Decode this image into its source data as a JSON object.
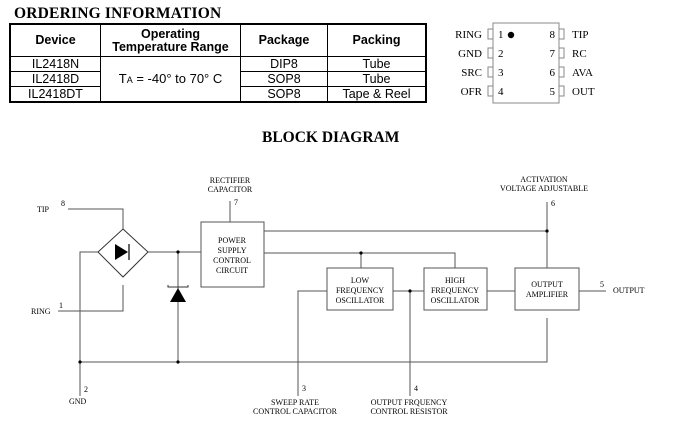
{
  "ordering": {
    "title": "ORDERING INFORMATION",
    "headers": [
      "Device",
      "Operating Temperature Range",
      "Package",
      "Packing"
    ],
    "header_temp_line1": "Operating",
    "header_temp_line2": "Temperature Range",
    "temperature": "TA = -40° to 70° C",
    "temperature_sub_main": "T",
    "temperature_sub": "A",
    "temperature_rest": " = -40° to 70° C",
    "rows": [
      {
        "device": "IL2418N",
        "package": "DIP8",
        "packing": "Tube"
      },
      {
        "device": "IL2418D",
        "package": "SOP8",
        "packing": "Tube"
      },
      {
        "device": "IL2418DT",
        "package": "SOP8",
        "packing": "Tape & Reel"
      }
    ]
  },
  "pinout": {
    "left": [
      {
        "name": "RING",
        "num": "1"
      },
      {
        "name": "GND",
        "num": "2"
      },
      {
        "name": "SRC",
        "num": "3"
      },
      {
        "name": "OFR",
        "num": "4"
      }
    ],
    "right": [
      {
        "name": "TIP",
        "num": "8"
      },
      {
        "name": "RC",
        "num": "7"
      },
      {
        "name": "AVA",
        "num": "6"
      },
      {
        "name": "OUT",
        "num": "5"
      }
    ]
  },
  "block_diagram": {
    "title": "BLOCK DIAGRAM",
    "tip": {
      "label": "TIP",
      "pin": "8"
    },
    "ring": {
      "label": "RING",
      "pin": "1"
    },
    "gnd": {
      "label": "GND",
      "pin": "2"
    },
    "rectifier_cap": {
      "line1": "RECTIFIER",
      "line2": "CAPACITOR",
      "pin": "7"
    },
    "activation": {
      "line1": "ACTIVATION",
      "line2": "VOLTAGE ADJUSTABLE",
      "pin": "6"
    },
    "sweep": {
      "line1": "SWEEP RATE",
      "line2": "CONTROL CAPACITOR",
      "pin": "3"
    },
    "out_freq": {
      "line1": "OUTPUT FRQUENCY",
      "line2": "CONTROL RESISTOR",
      "pin": "4"
    },
    "output": {
      "label": "OUTPUT",
      "pin": "5"
    },
    "power_supply": [
      "POWER",
      "SUPPLY",
      "CONTROL",
      "CIRCUIT"
    ],
    "low_osc": [
      "LOW",
      "FREQUENCY",
      "OSCILLATOR"
    ],
    "high_osc": [
      "HIGH",
      "FREQUENCY",
      "OSCILLATOR"
    ],
    "out_amp": [
      "OUTPUT",
      "AMPLIFIER"
    ]
  }
}
